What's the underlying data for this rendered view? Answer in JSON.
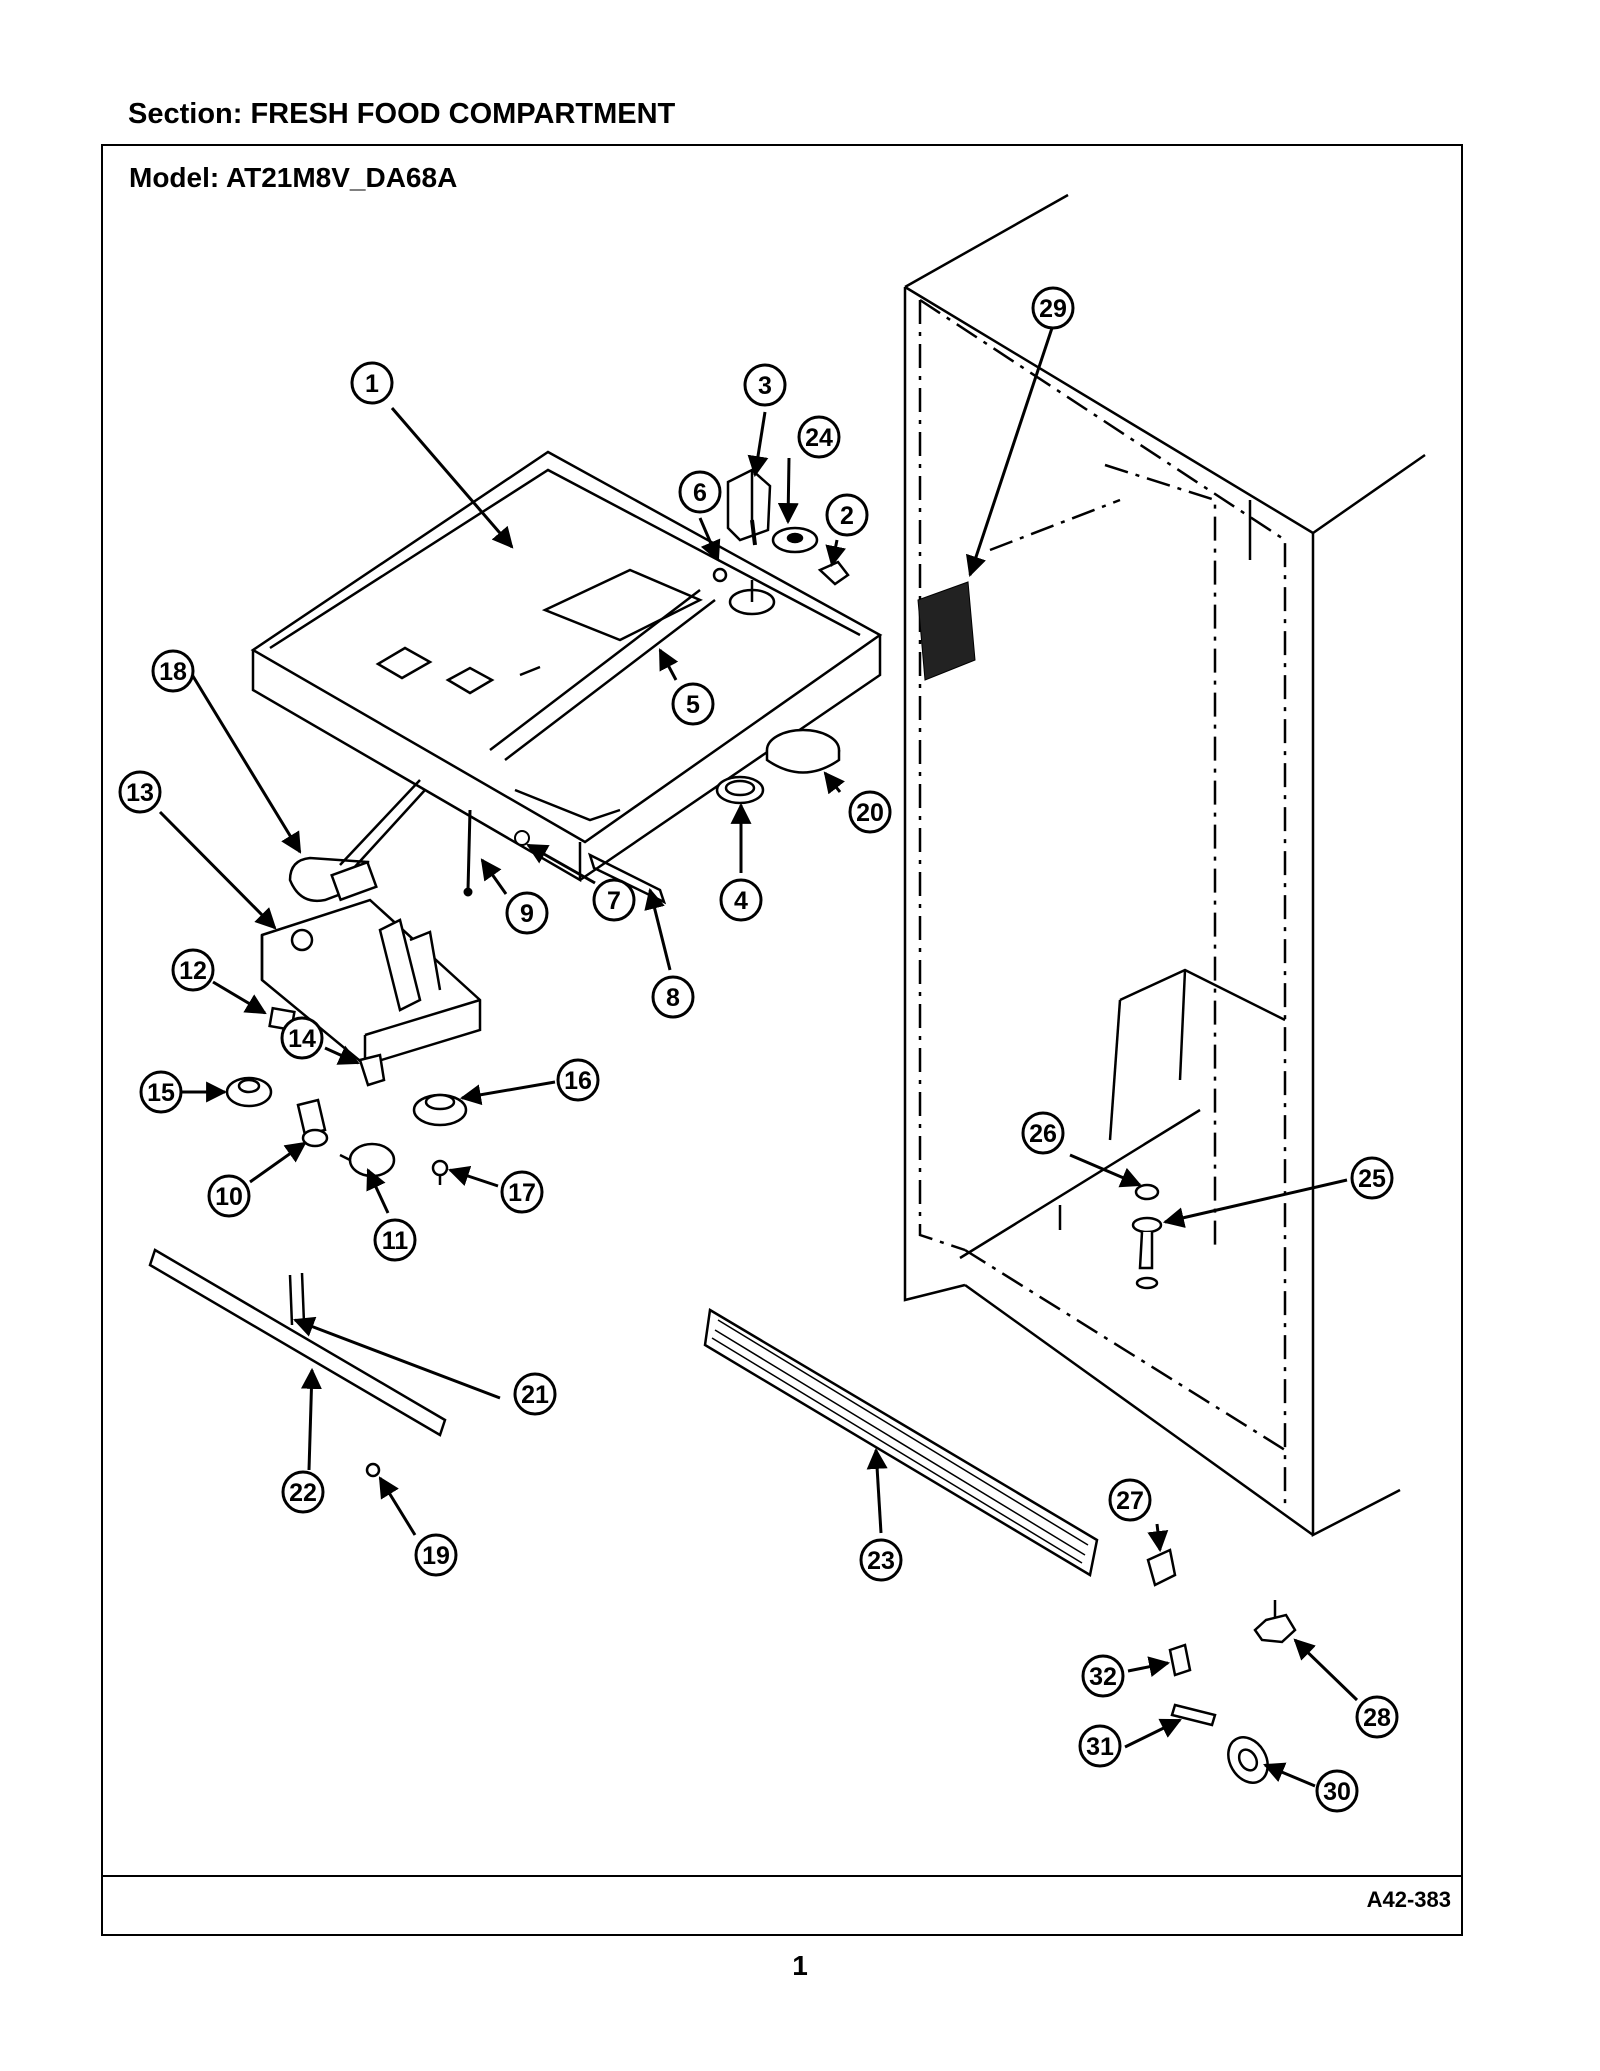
{
  "header": {
    "section_label": "Section:  FRESH FOOD COMPARTMENT"
  },
  "frame": {
    "model_label": "Model:  AT21M8V_DA68A",
    "doc_code": "A42-383"
  },
  "footer": {
    "page_number": "1"
  },
  "callouts": [
    "1",
    "2",
    "3",
    "4",
    "5",
    "6",
    "7",
    "8",
    "9",
    "10",
    "11",
    "12",
    "13",
    "14",
    "15",
    "16",
    "17",
    "18",
    "19",
    "20",
    "21",
    "22",
    "23",
    "24",
    "25",
    "26",
    "27",
    "28",
    "29",
    "30",
    "31",
    "32"
  ]
}
